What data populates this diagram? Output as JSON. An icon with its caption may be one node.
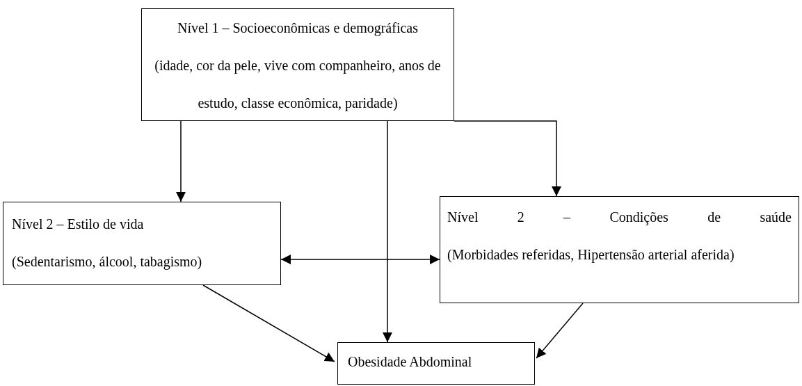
{
  "diagram": {
    "nodes": [
      {
        "text": [
          "Nível 1 – Socioeconômicas e demográficas",
          "(idade, cor da pele, vive com companheiro, anos de estudo, classe econômica, paridade)"
        ]
      },
      {
        "text": [
          "Nível 2 – Estilo de vida",
          "(Sedentarismo, álcool, tabagismo)"
        ]
      },
      {
        "text": [
          "Nível 2 – Condições de saúde",
          "(Morbidades referidas, Hipertensão arterial aferida)"
        ]
      },
      {
        "text": [
          "Obesidade Abdominal"
        ]
      }
    ],
    "edges": [
      {
        "from": 0,
        "to": 1,
        "arrow": "to"
      },
      {
        "from": 0,
        "to": 3,
        "arrow": "to"
      },
      {
        "from": 0,
        "to": 2,
        "arrow": "to"
      },
      {
        "from": 1,
        "to": 2,
        "arrow": "both"
      },
      {
        "from": 1,
        "to": 3,
        "arrow": "to"
      },
      {
        "from": 2,
        "to": 3,
        "arrow": "to"
      }
    ]
  }
}
